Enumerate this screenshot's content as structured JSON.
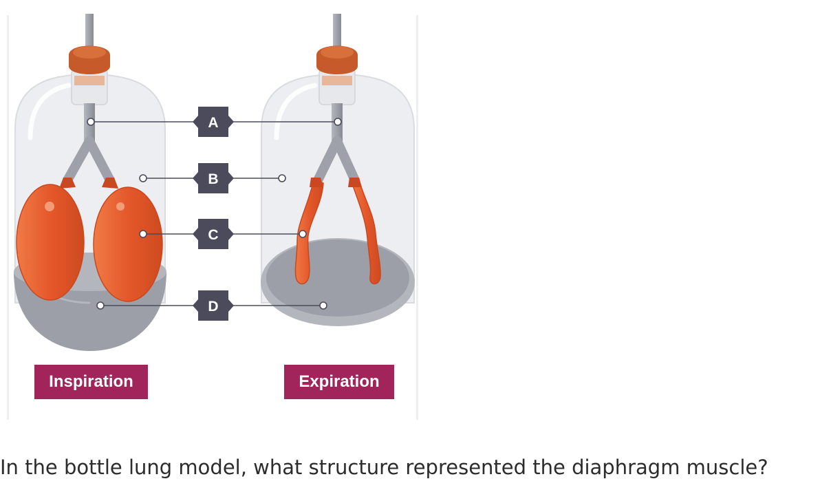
{
  "figure": {
    "labels": [
      "A",
      "B",
      "C",
      "D"
    ],
    "captions": {
      "left": "Inspiration",
      "right": "Expiration"
    },
    "colors": {
      "lung": "#e4582a",
      "lung_dark": "#c9481f",
      "tube": "#9ea1a9",
      "membrane": "#9c9fa7",
      "jar_fill": "#eceef2",
      "jar_stroke": "#d9dbe0",
      "stopper": "#c65a2a",
      "label_box": "#4b4b5c",
      "caption_box": "#a1245a"
    }
  },
  "question": "In the bottle lung model, what structure represented the diaphragm muscle?"
}
